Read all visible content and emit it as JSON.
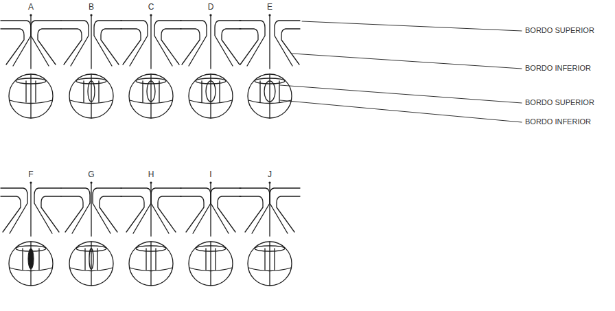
{
  "diagram": {
    "labels": [
      "A",
      "B",
      "C",
      "D",
      "E",
      "F",
      "G",
      "H",
      "I",
      "J",
      "BORDO SUPERIOR",
      "BORDO INFERIOR",
      "BORDO SUPERIOR",
      "BORDO INFERIOR"
    ]
  }
}
